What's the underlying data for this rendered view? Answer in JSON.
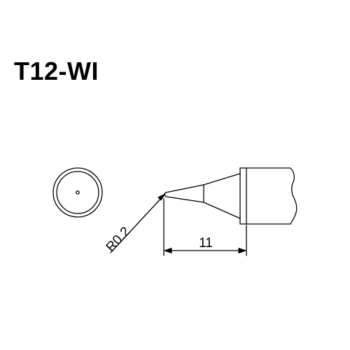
{
  "title": "T12-WI",
  "dimensions": {
    "radius_label": "R0.2",
    "length_label": "11"
  },
  "colors": {
    "ink": "#000000",
    "background": "#ffffff"
  }
}
